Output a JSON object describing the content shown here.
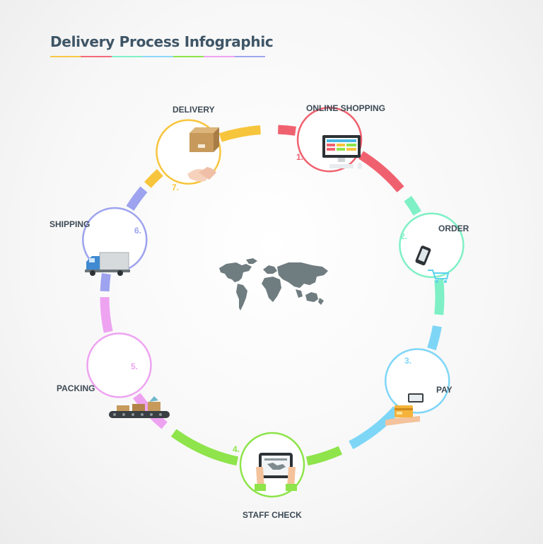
{
  "title": "Delivery Process Infographic",
  "underline_colors": [
    "#f7c843",
    "#f16b7a",
    "#7ff0c6",
    "#8ad9f8",
    "#8ee44a",
    "#f0a2f0",
    "#9ea5ef"
  ],
  "steps": [
    {
      "number": "1.",
      "label": "ONLINE SHOPPING",
      "color": "#f0616f",
      "icon": "computer-monitor-icon"
    },
    {
      "number": "2.",
      "label": "ORDER",
      "color": "#7ff0c6",
      "icon": "phone-cart-icon"
    },
    {
      "number": "3.",
      "label": "PAY",
      "color": "#7ed6f7",
      "icon": "credit-card-payment-icon"
    },
    {
      "number": "4.",
      "label": "STAFF CHECK",
      "color": "#8ee44a",
      "icon": "tablet-check-icon"
    },
    {
      "number": "5.",
      "label": "PACKING",
      "color": "#eea3f1",
      "icon": "conveyor-boxes-icon"
    },
    {
      "number": "6.",
      "label": "SHIPPING",
      "color": "#9da3ee",
      "icon": "delivery-truck-icon"
    },
    {
      "number": "7.",
      "label": "DELIVERY",
      "color": "#f7c53c",
      "icon": "box-handshake-icon"
    }
  ],
  "center_icon": "world-map-icon"
}
